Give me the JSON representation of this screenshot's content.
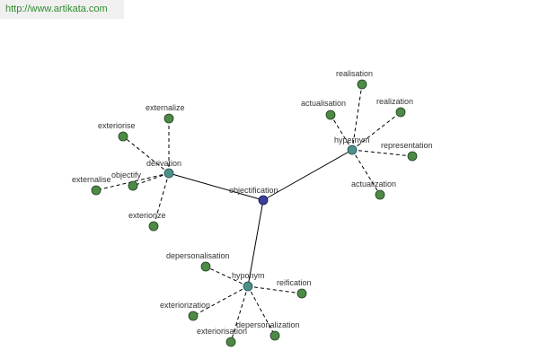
{
  "banner": {
    "url": "http://www.artikata.com"
  },
  "colors": {
    "center": "#3b3f9a",
    "hub": "#4f8f8a",
    "leaf": "#4d8a45",
    "url": "#2f8c2f"
  },
  "graph": {
    "center": {
      "label": "objectification"
    },
    "hubs": [
      {
        "id": "derivation",
        "label": "derivation",
        "leaves": [
          "externalize",
          "exteriorise",
          "objectify",
          "externalise",
          "exteriorize"
        ]
      },
      {
        "id": "hypernym",
        "label": "hypernym",
        "leaves": [
          "realisation",
          "actualisation",
          "realization",
          "representation",
          "actualization"
        ]
      },
      {
        "id": "hyponym",
        "label": "hyponym",
        "leaves": [
          "depersonalisation",
          "reification",
          "exteriorization",
          "exteriorisation",
          "depersonalization"
        ]
      }
    ]
  }
}
